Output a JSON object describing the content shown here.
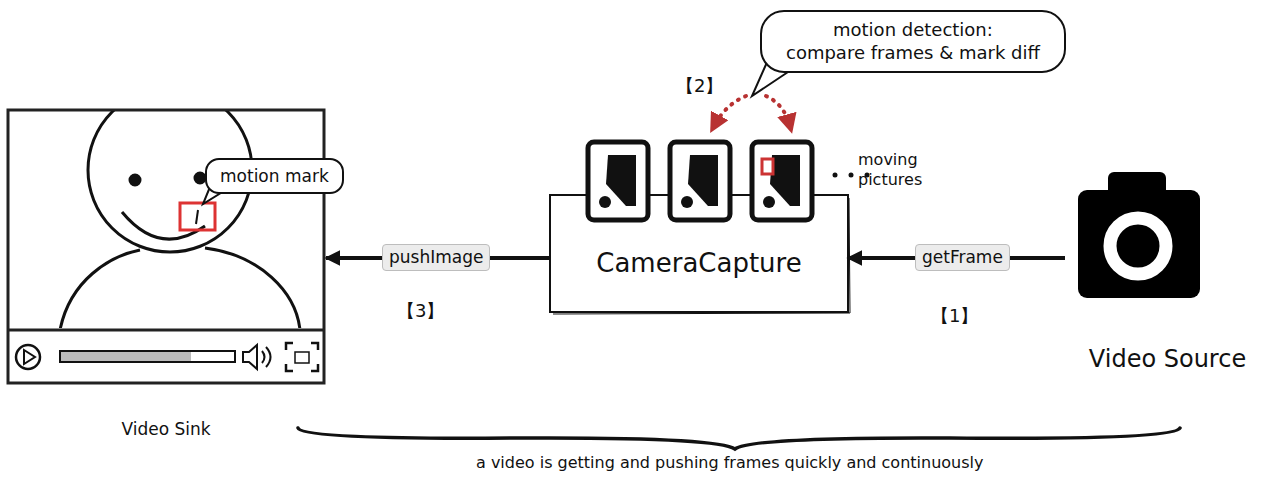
{
  "diagram": {
    "nodes": [
      {
        "text": [
          "motion detection: compare frames & mark diff"
        ]
      },
      {
        "text": [
          "Video Sink"
        ]
      },
      {
        "text": [
          "motion mark"
        ],
        "in": 1
      },
      {
        "text": [
          "CameraCapture"
        ]
      },
      {
        "text": [
          "Video Source"
        ]
      }
    ],
    "edges": [
      {
        "from": 4,
        "to": 3,
        "label": "getFrame",
        "arrow": "to"
      },
      {
        "from": 3,
        "to": 1,
        "label": "pushImage",
        "arrow": "to"
      }
    ],
    "labels": [
      "【2】",
      "moving pictures",
      "【3】",
      "【1】",
      "a video is getting and pushing frames quickly and continuously"
    ]
  }
}
